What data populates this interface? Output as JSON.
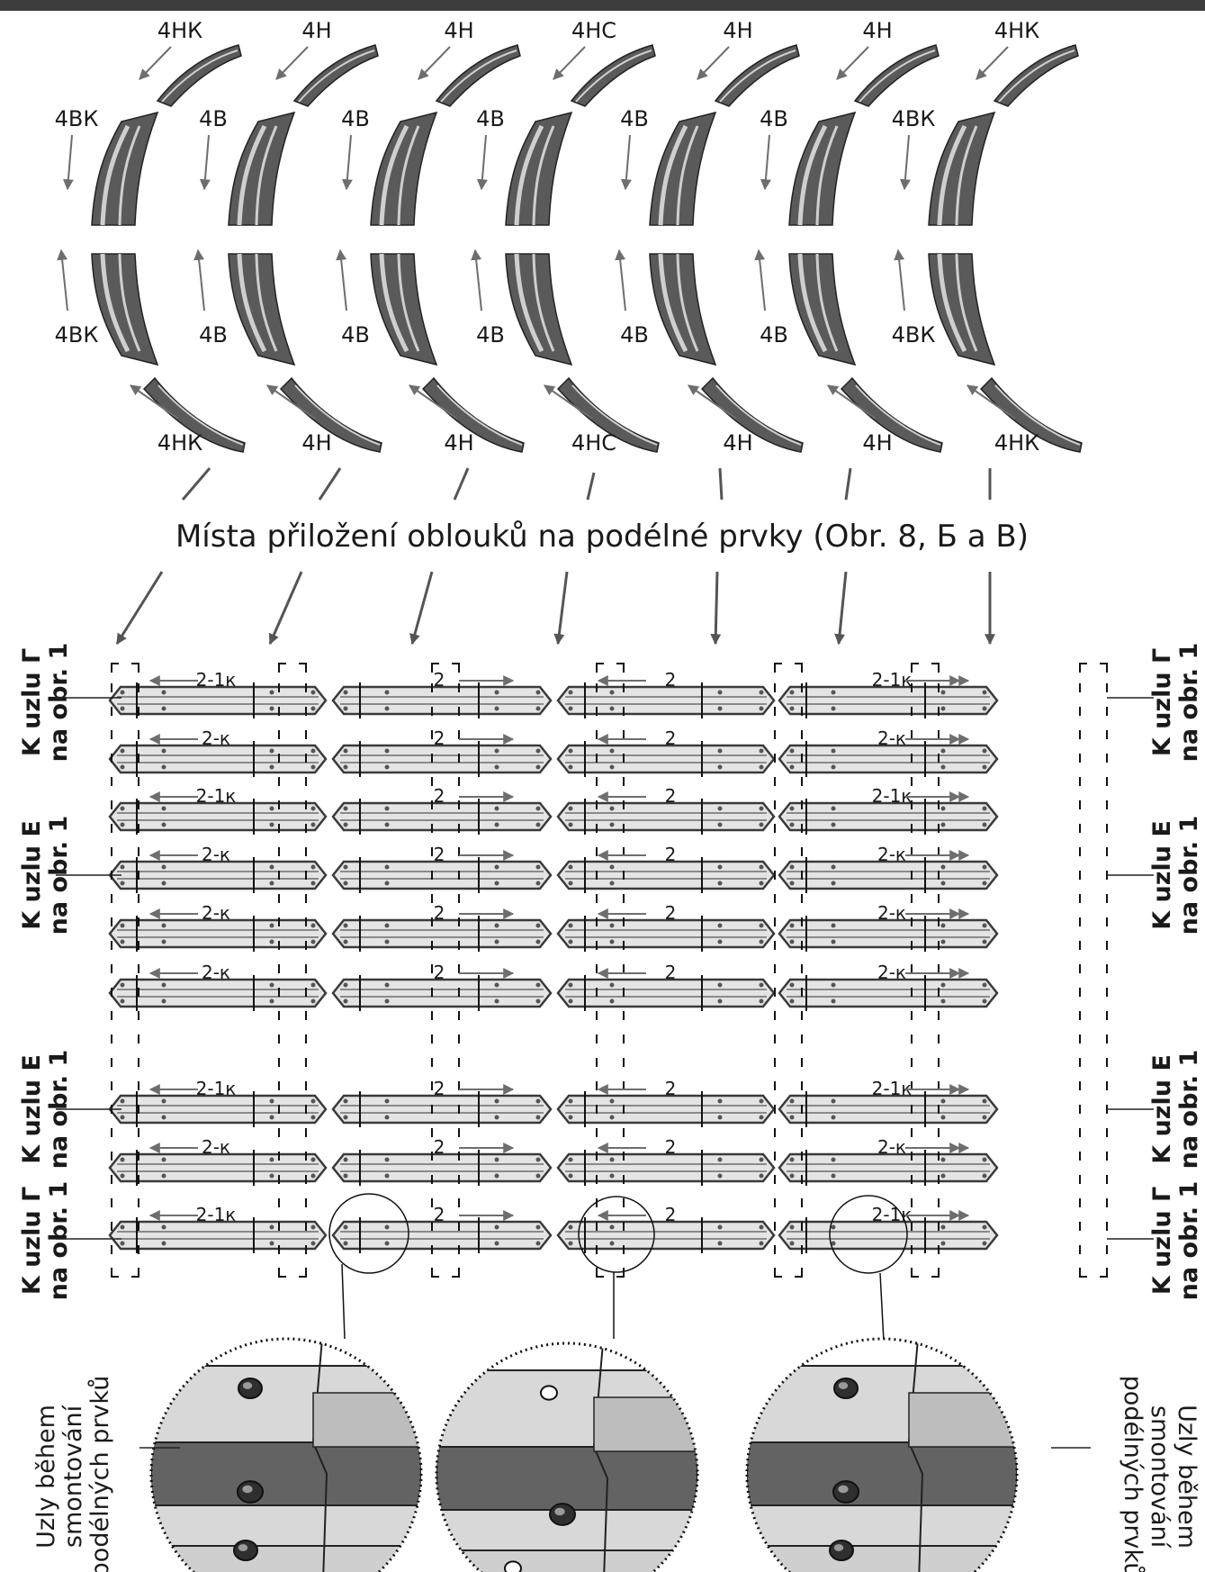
{
  "arc_labels_top": {
    "upper_n": [
      "4НК",
      "4Н",
      "4Н",
      "4НС",
      "4Н",
      "4Н",
      "4НК"
    ],
    "upper_b": [
      "4ВК",
      "4В",
      "4В",
      "4В",
      "4В",
      "4В",
      "4ВК"
    ],
    "lower_b": [
      "4ВК",
      "4В",
      "4В",
      "4В",
      "4В",
      "4В",
      "4ВК"
    ],
    "lower_n": [
      "4НК",
      "4Н",
      "4Н",
      "4НС",
      "4Н",
      "4Н",
      "4НК"
    ]
  },
  "caption": "Místa přiložení oblouků na podélné prvky (Obr. 8,  Б a В)",
  "beam_rows": [
    [
      "2-1к",
      "2",
      "2",
      "2-1к"
    ],
    [
      "2-к",
      "2",
      "2",
      "2-к"
    ],
    [
      "2-1к",
      "2",
      "2",
      "2-1к"
    ],
    [
      "2-к",
      "2",
      "2",
      "2-к"
    ],
    [
      "2-к",
      "2",
      "2",
      "2-к"
    ],
    [
      "2-к",
      "2",
      "2",
      "2-к"
    ],
    [
      "2-1к",
      "2",
      "2",
      "2-1к"
    ],
    [
      "2-к",
      "2",
      "2",
      "2-к"
    ],
    [
      "2-1к",
      "2",
      "2",
      "2-1к"
    ]
  ],
  "side_labels": {
    "g_line1": "K uzlu Г",
    "e_line1": "K uzlu E",
    "line2": "na obr. 1"
  },
  "detail_label": {
    "line1": "Uzly během",
    "line2": "smontování",
    "line3": "podélných prvků"
  },
  "colors": {
    "arc_dark": "#5a5a5a",
    "arc_light": "#cfcfcf",
    "beam_fill": "#e4e4e4",
    "beam_stroke": "#3a3a3a",
    "arrow": "#6e6e6e",
    "detail_dark": "#636363",
    "detail_light": "#d8d8d8",
    "top_bar": "#3c3c3c"
  }
}
